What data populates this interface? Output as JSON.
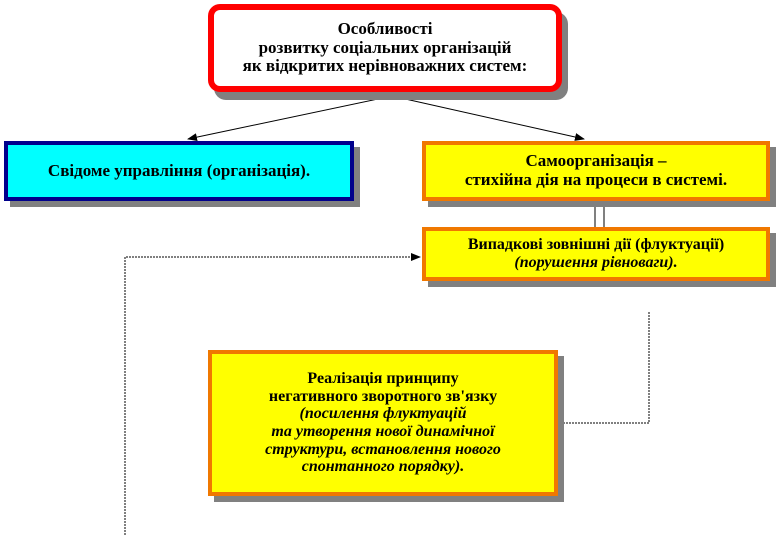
{
  "top": {
    "lines": [
      "Особливості",
      "розвитку соціальних організацій",
      "як відкритих нерівноважних систем:"
    ]
  },
  "left": {
    "text": "Свідоме управління (організація)."
  },
  "self_org": {
    "lines": [
      "Самоорганізація –",
      "стихійна дія на процеси в системі."
    ]
  },
  "fluct": {
    "line1": "Випадкові зовнішні дії (флуктуації)",
    "line2": "(порушення рівноваги)."
  },
  "feedback": {
    "line1": "Реалізація  принципу",
    "line2": "негативного зворотного зв'язку",
    "italic_lines": [
      "(посилення флуктуацій",
      "та утворення нової динамічної",
      "структури, встановлення нового",
      "спонтанного порядку)."
    ]
  }
}
